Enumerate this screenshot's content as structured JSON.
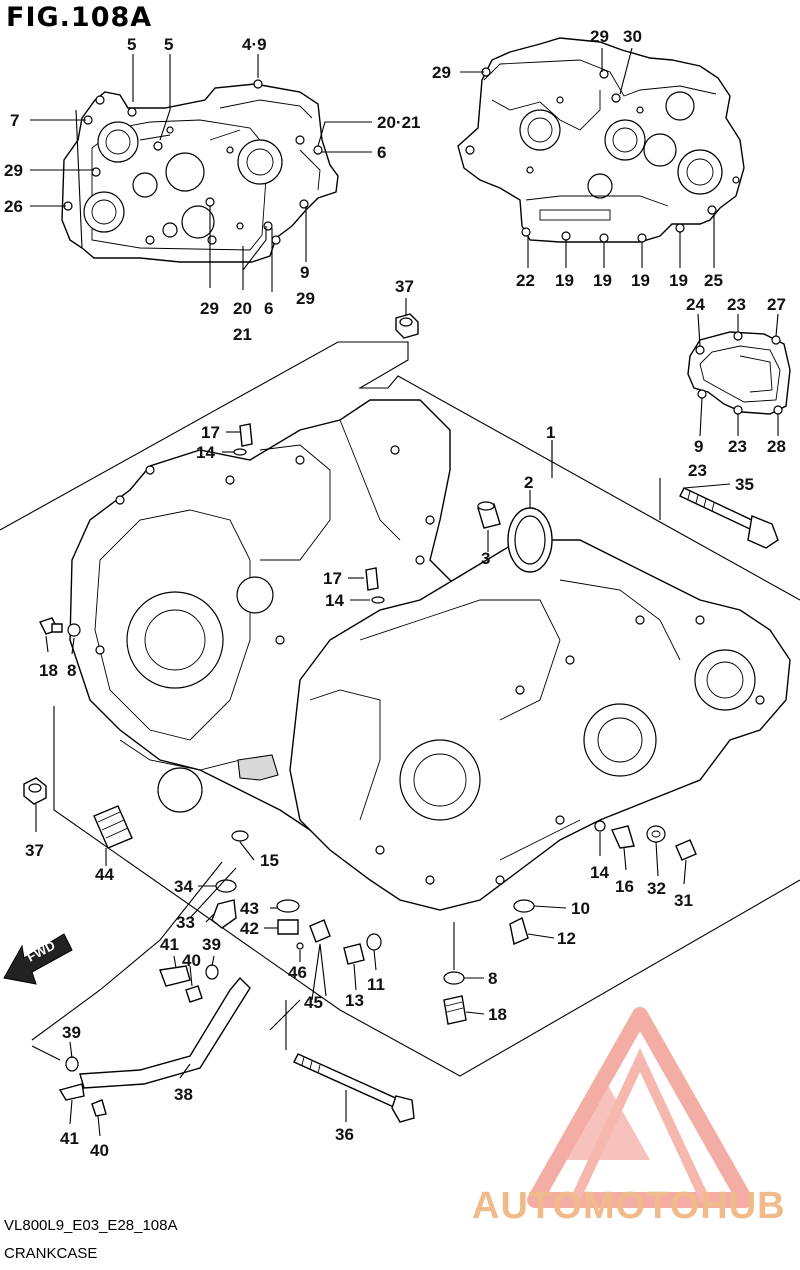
{
  "header": {
    "title": "FIG.108A"
  },
  "footer": {
    "code": "VL800L9_E03_E28_108A",
    "name": "CRANKCASE"
  },
  "fwd_label": "FWD",
  "watermark": {
    "brand": "AUTOMOTOHUB",
    "colors": {
      "primary": "#f2a59b",
      "secondary": "#f5c98a",
      "text": "#f2b48a"
    }
  },
  "labels": {
    "l_5a": "5",
    "l_5b": "5",
    "l_4_9": "4·9",
    "l_7": "7",
    "l_29a": "29",
    "l_26": "26",
    "l_20_21a": "20·21",
    "l_6a": "6",
    "l_9a": "9",
    "l_29b": "29",
    "l_29c": "29",
    "l_20": "20",
    "l_21": "21",
    "l_6b": "6",
    "l_29d": "29",
    "l_29e": "29",
    "l_30": "30",
    "l_22": "22",
    "l_19a": "19",
    "l_19b": "19",
    "l_19c": "19",
    "l_19d": "19",
    "l_25": "25",
    "l_24": "24",
    "l_23a": "23",
    "l_27": "27",
    "l_9b": "9",
    "l_23b": "23",
    "l_28": "28",
    "l_23c": "23",
    "l_37a": "37",
    "l_1": "1",
    "l_2": "2",
    "l_3": "3",
    "l_35": "35",
    "l_17a": "17",
    "l_14a": "14",
    "l_17b": "17",
    "l_14b": "14",
    "l_18a": "18",
    "l_8a": "8",
    "l_37b": "37",
    "l_44": "44",
    "l_15": "15",
    "l_34": "34",
    "l_43": "43",
    "l_33": "33",
    "l_42": "42",
    "l_41a": "41",
    "l_39a": "39",
    "l_40a": "40",
    "l_46": "46",
    "l_45": "45",
    "l_13": "13",
    "l_11": "11",
    "l_14c": "14",
    "l_16": "16",
    "l_32": "32",
    "l_31": "31",
    "l_10": "10",
    "l_12": "12",
    "l_8b": "8",
    "l_18b": "18",
    "l_39b": "39",
    "l_38": "38",
    "l_41b": "41",
    "l_40b": "40",
    "l_36": "36"
  }
}
